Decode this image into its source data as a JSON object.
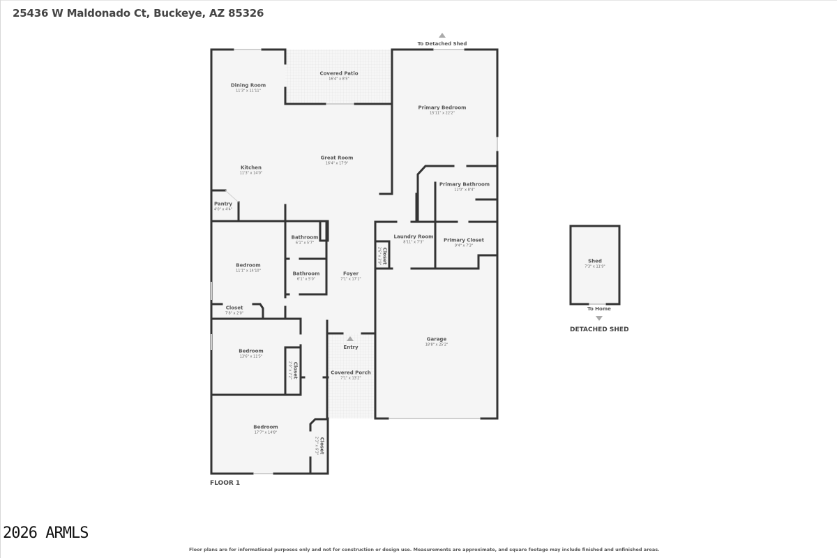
{
  "header": {
    "address": "25436 W Maldonado Ct, Buckeye, AZ 85326"
  },
  "floor": {
    "label": "FLOOR 1",
    "rooms": [
      {
        "name": "Dining Room",
        "dims": "11'3\" x 11'11\""
      },
      {
        "name": "Covered Patio",
        "dims": "16'4\" x 8'5\""
      },
      {
        "name": "Primary Bedroom",
        "dims": "15'11\" x 22'2\""
      },
      {
        "name": "Kitchen",
        "dims": "11'3\" x 14'0\""
      },
      {
        "name": "Great Room",
        "dims": "16'4\" x 17'9\""
      },
      {
        "name": "Pantry",
        "dims": "4'0\" x 4'4\""
      },
      {
        "name": "Primary Bathroom",
        "dims": "12'0\" x 8'4\""
      },
      {
        "name": "Laundry Room",
        "dims": "8'11\" x 7'3\""
      },
      {
        "name": "Primary Closet",
        "dims": "9'4\" x 7'3\""
      },
      {
        "name": "Closet",
        "dims": "2'6\" x 3'9\""
      },
      {
        "name": "Bathroom",
        "dims": "6'1\" x 5'7\""
      },
      {
        "name": "Bathroom",
        "dims": "6'1\" x 5'0\""
      },
      {
        "name": "Bedroom",
        "dims": "11'1\" x 14'10\""
      },
      {
        "name": "Foyer",
        "dims": "7'1\" x 17'1\""
      },
      {
        "name": "Closet",
        "dims": "7'8\" x 2'0\""
      },
      {
        "name": "Bedroom",
        "dims": "13'6\" x 11'5\""
      },
      {
        "name": "Closet",
        "dims": "2'0\" x 7'2\""
      },
      {
        "name": "Covered Porch",
        "dims": "7'1\" x 13'2\""
      },
      {
        "name": "Garage",
        "dims": "18'8\" x 25'2\""
      },
      {
        "name": "Bedroom",
        "dims": "17'7\" x 14'8\""
      },
      {
        "name": "Closet",
        "dims": "2'3\" x 6'3\""
      }
    ],
    "annotations": {
      "to_shed": "To Detached Shed",
      "entry": "Entry"
    }
  },
  "shed": {
    "title": "DETACHED SHED",
    "room": {
      "name": "Shed",
      "dims": "7'3\" x 11'9\""
    },
    "to_home": "To Home"
  },
  "footer": {
    "watermark": "2026 ARMLS",
    "disclaimer": "Floor plans are for informational purposes only and not for construction or design use. Measurements are approximate, and square footage may include finished and unfinished areas."
  },
  "colors": {
    "wall": "#333333",
    "floor": "#f5f5f5",
    "text": "#555555"
  }
}
